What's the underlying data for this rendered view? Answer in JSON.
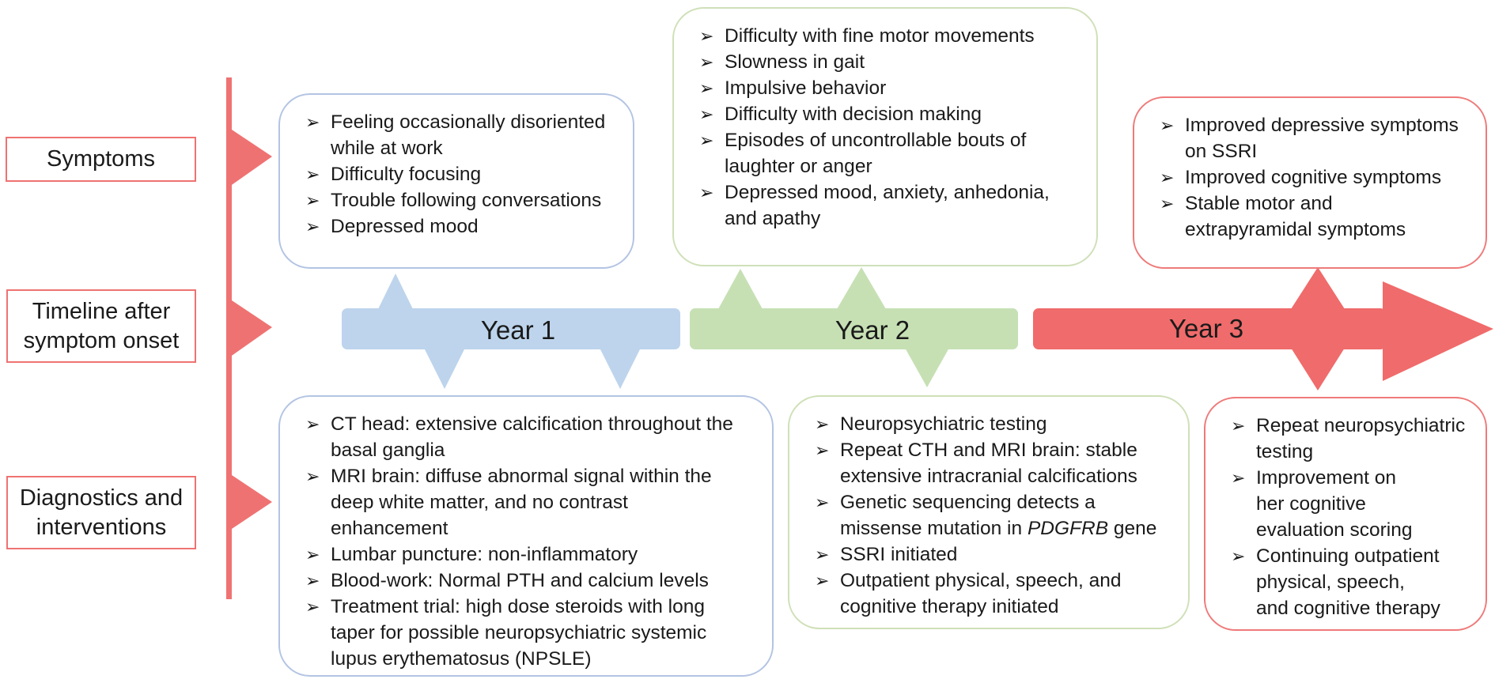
{
  "row_labels": {
    "symptoms": "Symptoms",
    "timeline": [
      "Timeline after",
      "symptom onset"
    ],
    "diagnostics": [
      "Diagnostics and",
      "interventions"
    ]
  },
  "years": [
    "Year 1",
    "Year 2",
    "Year 3"
  ],
  "cards": {
    "y1_symptoms": [
      [
        "Feeling occasionally disoriented",
        "while at work"
      ],
      [
        "Difficulty focusing"
      ],
      [
        "Trouble following conversations"
      ],
      [
        "Depressed mood"
      ]
    ],
    "y2_symptoms": [
      [
        "Difficulty with fine motor movements"
      ],
      [
        "Slowness in gait"
      ],
      [
        "Impulsive behavior"
      ],
      [
        "Difficulty with decision making"
      ],
      [
        "Episodes of uncontrollable bouts of",
        "laughter or anger"
      ],
      [
        "Depressed mood, anxiety, anhedonia,",
        "and apathy"
      ]
    ],
    "y3_symptoms": [
      [
        "Improved depressive symptoms",
        "on SSRI"
      ],
      [
        "Improved cognitive symptoms"
      ],
      [
        "Stable motor and",
        "extrapyramidal symptoms"
      ]
    ],
    "y1_diagnostics": [
      [
        "CT head: extensive calcification throughout the",
        "basal ganglia"
      ],
      [
        "MRI brain: diffuse abnormal signal within the",
        "deep white matter, and no contrast",
        "enhancement"
      ],
      [
        "Lumbar puncture: non-inflammatory"
      ],
      [
        "Blood-work: Normal PTH and calcium levels"
      ],
      [
        "Treatment trial: high dose steroids with long",
        "taper for possible neuropsychiatric systemic",
        "lupus erythematosus (NPSLE)"
      ]
    ],
    "y2_diagnostics": [
      [
        "Neuropsychiatric testing"
      ],
      [
        "Repeat CTH and MRI brain: stable",
        "extensive intracranial calcifications"
      ],
      [
        "Genetic sequencing detects a",
        "missense mutation in |PDGFRB| gene"
      ],
      [
        "SSRI initiated"
      ],
      [
        "Outpatient physical, speech, and",
        "cognitive therapy initiated"
      ]
    ],
    "y3_diagnostics": [
      [
        "Repeat neuropsychiatric",
        "testing"
      ],
      [
        "Improvement on",
        "her cognitive",
        "evaluation scoring"
      ],
      [
        "Continuing outpatient",
        "physical, speech,",
        "and cognitive therapy"
      ]
    ]
  },
  "colors": {
    "blue": "#bdd4ec",
    "green": "#c6e0b4",
    "red": "#f06b6b",
    "blue_border": "#b3c4e3",
    "green_border": "#cfe0b8",
    "red_border": "#ef7a7a",
    "spine": "#ef7272"
  },
  "bullet_glyph": "➢"
}
